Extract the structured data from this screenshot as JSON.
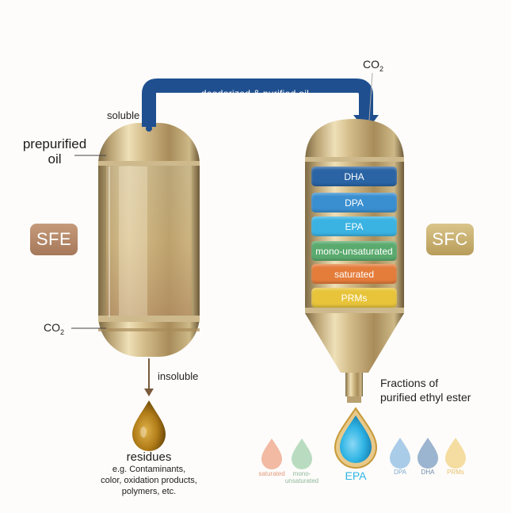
{
  "left_vessel": {
    "badge": "SFE",
    "label_prepurified": "prepurified\noil",
    "label_prepurified_1": "prepurified",
    "label_prepurified_2": "oil",
    "label_soluble": "soluble",
    "label_co2": "CO",
    "label_co2_sub": "2",
    "label_insoluble": "insoluble"
  },
  "pipe": {
    "label": "deodorized & purified oil",
    "color": "#1f4f8f"
  },
  "right_vessel": {
    "badge": "SFC",
    "label_co2": "CO",
    "label_co2_sub": "2",
    "bands": [
      {
        "label": "DHA",
        "color": "#2a64a4"
      },
      {
        "label": "DPA",
        "color": "#3a8fd0"
      },
      {
        "label": "EPA",
        "color": "#3ab3e2"
      },
      {
        "label": "mono-unsaturated",
        "color": "#5aaa6e"
      },
      {
        "label": "saturated",
        "color": "#e47c3a"
      },
      {
        "label": "PRMs",
        "color": "#e8c43a"
      }
    ],
    "outlet_label_1": "Fractions of",
    "outlet_label_2": "purified ethyl ester"
  },
  "residues": {
    "title": "residues",
    "line1": "e.g. Contaminants,",
    "line2": "color, oxidation products,",
    "line3": "polymers, etc."
  },
  "fractions": [
    {
      "label": "saturated",
      "color": "#f2b9a3",
      "text_color": "#e39a7e"
    },
    {
      "label": "mono-\nunsaturated",
      "label_1": "mono-",
      "label_2": "unsaturated",
      "color": "#b9dcc0",
      "text_color": "#8fb89a"
    },
    {
      "label": "EPA",
      "color": "#2fb4e4",
      "text_color": "#2fb4e4"
    },
    {
      "label": "DPA",
      "color": "#a9cce8",
      "text_color": "#7faad0"
    },
    {
      "label": "DHA",
      "color": "#9bb4cf",
      "text_color": "#6f8aa8"
    },
    {
      "label": "PRMs",
      "color": "#f5dca0",
      "text_color": "#e8c06a"
    }
  ]
}
